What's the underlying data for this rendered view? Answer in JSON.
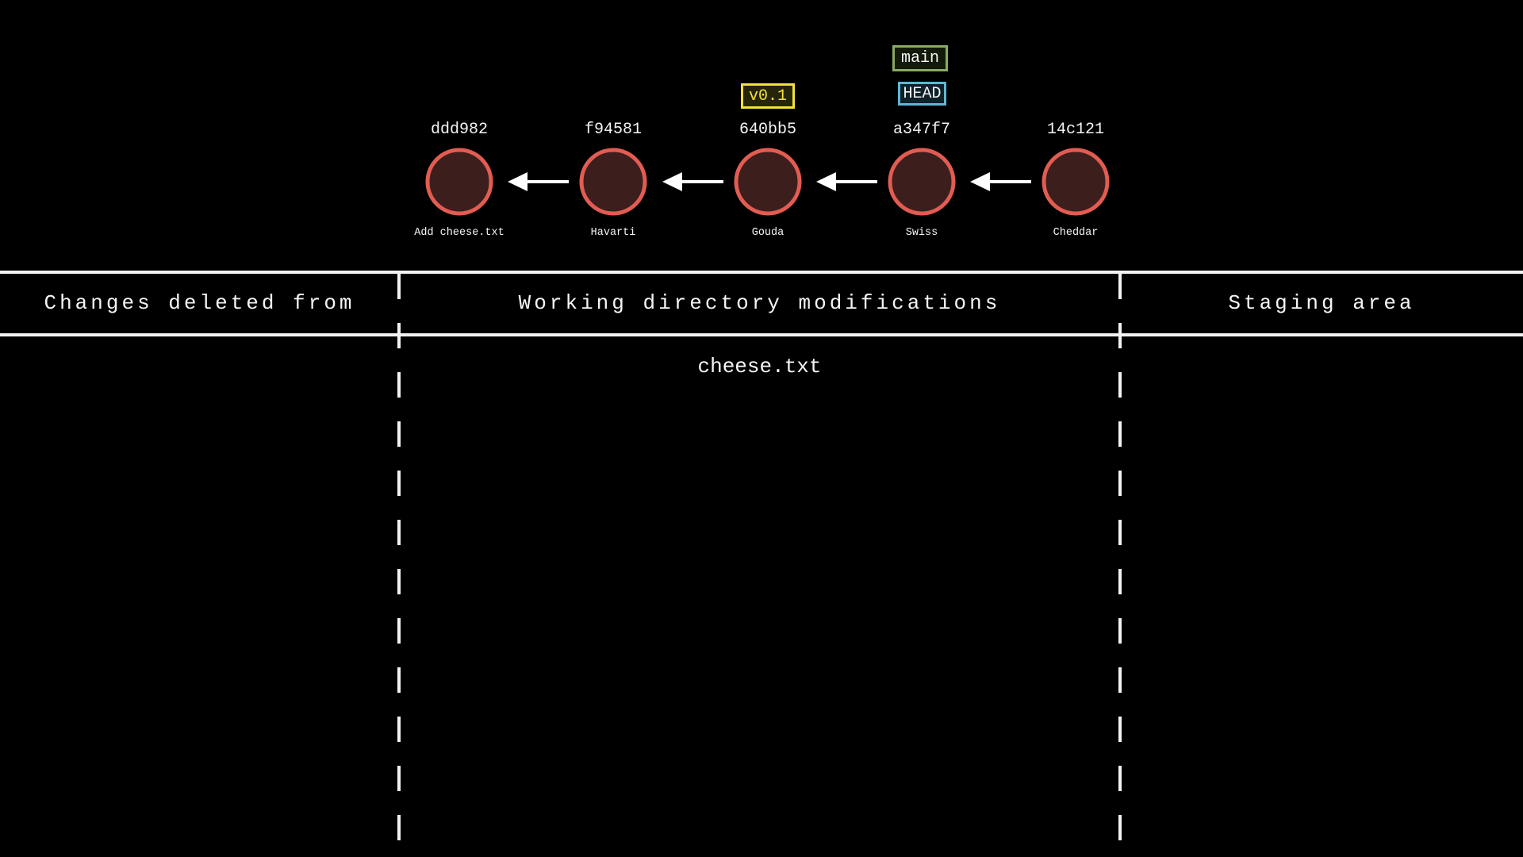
{
  "colors": {
    "background": "#000000",
    "text": "#f5f5f5",
    "line": "#f2f2f2",
    "arrow": "#ffffff",
    "commit_border": "#e25c52",
    "commit_fill": "#3c1f1d",
    "tag_border": "#f0e13b",
    "tag_bg": "#262508",
    "branch_border": "#87ab63",
    "branch_bg": "#131a09",
    "head_border": "#5eb7d6",
    "head_bg": "#0f2129"
  },
  "graph": {
    "commits": [
      {
        "hash": "ddd982",
        "message": "Add cheese.txt"
      },
      {
        "hash": "f94581",
        "message": "Havarti"
      },
      {
        "hash": "640bb5",
        "message": "Gouda"
      },
      {
        "hash": "a347f7",
        "message": "Swiss"
      },
      {
        "hash": "14c121",
        "message": "Cheddar"
      }
    ],
    "refs": {
      "tag": "v0.1",
      "branch": "main",
      "head": "HEAD"
    }
  },
  "zones": {
    "headers": [
      "Changes deleted from",
      "Working directory modifications",
      "Staging area"
    ],
    "working_directory_files": [
      "cheese.txt"
    ]
  }
}
